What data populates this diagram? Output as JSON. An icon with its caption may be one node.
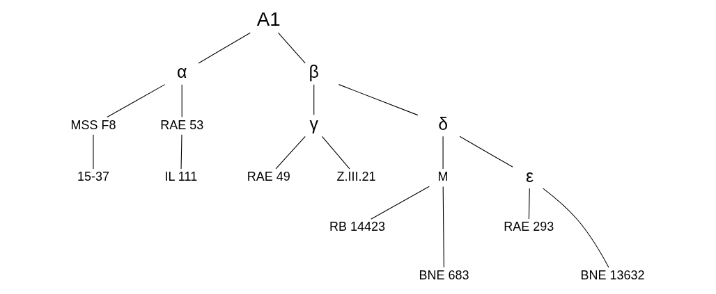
{
  "diagram": {
    "nodes": [
      {
        "text": [
          "A1"
        ]
      },
      {
        "text": [
          "α"
        ]
      },
      {
        "text": [
          "β"
        ]
      },
      {
        "text": [
          "MSS F8"
        ]
      },
      {
        "text": [
          "RAE 53"
        ]
      },
      {
        "text": [
          "15-37"
        ]
      },
      {
        "text": [
          "IL 111"
        ]
      },
      {
        "text": [
          "γ"
        ]
      },
      {
        "text": [
          "δ"
        ]
      },
      {
        "text": [
          "RAE 49"
        ]
      },
      {
        "text": [
          "Z.III.21"
        ]
      },
      {
        "text": [
          "M"
        ]
      },
      {
        "text": [
          "ε"
        ]
      },
      {
        "text": [
          "RB 14423"
        ]
      },
      {
        "text": [
          "BNE 683"
        ]
      },
      {
        "text": [
          "RAE 293"
        ]
      },
      {
        "text": [
          "BNE 13632"
        ]
      }
    ],
    "edges": [
      {
        "from": 0,
        "to": 1,
        "arrow": "none"
      },
      {
        "from": 0,
        "to": 2,
        "arrow": "none"
      },
      {
        "from": 1,
        "to": 3,
        "arrow": "none"
      },
      {
        "from": 1,
        "to": 4,
        "arrow": "none"
      },
      {
        "from": 3,
        "to": 5,
        "arrow": "none"
      },
      {
        "from": 4,
        "to": 6,
        "arrow": "none"
      },
      {
        "from": 2,
        "to": 7,
        "arrow": "none"
      },
      {
        "from": 2,
        "to": 8,
        "arrow": "none"
      },
      {
        "from": 7,
        "to": 9,
        "arrow": "none"
      },
      {
        "from": 7,
        "to": 10,
        "arrow": "none"
      },
      {
        "from": 8,
        "to": 11,
        "arrow": "none"
      },
      {
        "from": 8,
        "to": 12,
        "arrow": "none"
      },
      {
        "from": 11,
        "to": 13,
        "arrow": "none"
      },
      {
        "from": 11,
        "to": 14,
        "arrow": "none"
      },
      {
        "from": 12,
        "to": 15,
        "arrow": "none"
      },
      {
        "from": 12,
        "to": 16,
        "arrow": "none"
      }
    ]
  }
}
